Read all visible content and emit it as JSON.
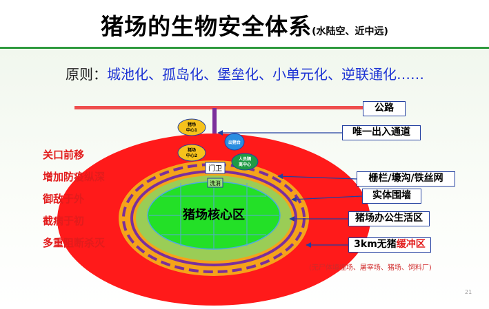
{
  "title": {
    "main": "猪场的生物安全体系",
    "sub": "(水陆空、近中远)"
  },
  "principle": {
    "label": "原则：",
    "text": "城池化、孤岛化、堡垒化、小单元化、逆联通化……"
  },
  "left_points": [
    "关口前移",
    "增加防疫纵深",
    "御敌于外",
    "截病于初",
    "多重阻断杀灭"
  ],
  "callouts": {
    "road": "公路",
    "single_entry": "唯一出入通道",
    "fence": "栅栏/壕沟/铁丝网",
    "wall": "实体围墙",
    "office": "猪场办公生活区",
    "buffer_prefix": "3km无猪",
    "buffer_highlight": "缓冲区"
  },
  "footnote": "(无尸体填埋场、屠宰场、猪场、饲料厂)",
  "core_label": "猪场核心区",
  "centers": {
    "c1": [
      "猪场",
      "中心1"
    ],
    "c2": [
      "猪场",
      "中心2"
    ],
    "sales": "出猪台",
    "staff": [
      "人员隔",
      "离中心"
    ]
  },
  "gate": {
    "guard": "门卫",
    "wash": "洗消"
  },
  "page_number": "21",
  "colors": {
    "buffer": "#ff1a1a",
    "dashed_ring": "#7b2f9b",
    "orange_band": "#f5a31a",
    "office_zone": "#9acd56",
    "core": "#23e027",
    "road": "#ee4e4e",
    "channel": "#7b2f9b",
    "principle_text": "#1d33d4",
    "left_points": "#e21c1c",
    "callout_border": "#223fa0",
    "title_rule": "#2e9a3e"
  }
}
